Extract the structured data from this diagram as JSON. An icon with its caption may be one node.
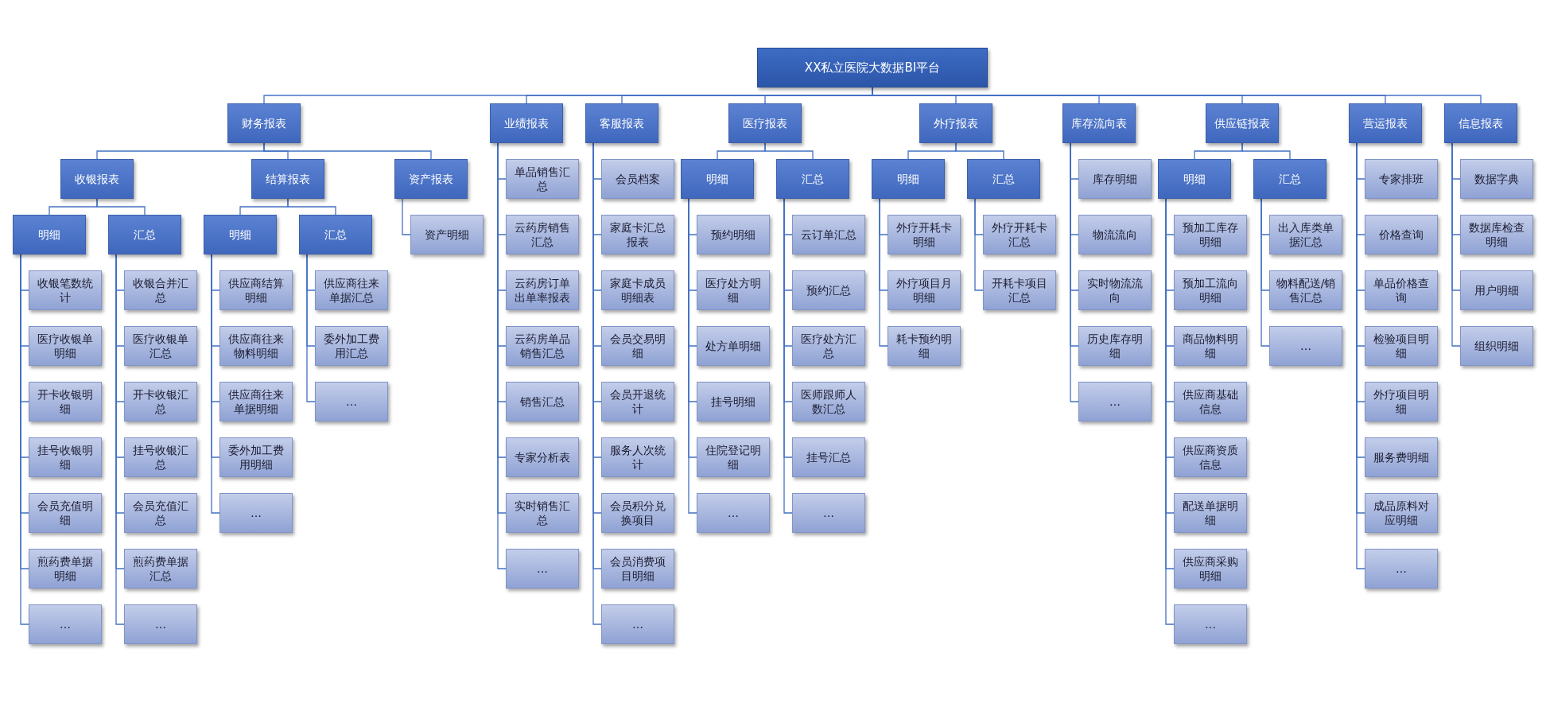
{
  "diagram": {
    "nodes": [
      {
        "text": [
          "XX私立医院大数据BI平台"
        ]
      },
      {
        "text": [
          "财务报表"
        ]
      },
      {
        "text": [
          "收银报表"
        ]
      },
      {
        "text": [
          "明细"
        ]
      },
      {
        "text": [
          "收银笔数统计"
        ]
      },
      {
        "text": [
          "医疗收银单明细"
        ]
      },
      {
        "text": [
          "开卡收银明细"
        ]
      },
      {
        "text": [
          "挂号收银明细"
        ]
      },
      {
        "text": [
          "会员充值明细"
        ]
      },
      {
        "text": [
          "煎药费单据明细"
        ]
      },
      {
        "text": [
          "…"
        ]
      },
      {
        "text": [
          "汇总"
        ]
      },
      {
        "text": [
          "收银合并汇总"
        ]
      },
      {
        "text": [
          "医疗收银单汇总"
        ]
      },
      {
        "text": [
          "开卡收银汇总"
        ]
      },
      {
        "text": [
          "挂号收银汇总"
        ]
      },
      {
        "text": [
          "会员充值汇总"
        ]
      },
      {
        "text": [
          "煎药费单据汇总"
        ]
      },
      {
        "text": [
          "…"
        ]
      },
      {
        "text": [
          "结算报表"
        ]
      },
      {
        "text": [
          "明细"
        ]
      },
      {
        "text": [
          "供应商结算明细"
        ]
      },
      {
        "text": [
          "供应商往来物料明细"
        ]
      },
      {
        "text": [
          "供应商往来单据明细"
        ]
      },
      {
        "text": [
          "委外加工费用明细"
        ]
      },
      {
        "text": [
          "…"
        ]
      },
      {
        "text": [
          "汇总"
        ]
      },
      {
        "text": [
          "供应商往来单据汇总"
        ]
      },
      {
        "text": [
          "委外加工费用汇总"
        ]
      },
      {
        "text": [
          "…"
        ]
      },
      {
        "text": [
          "资产报表"
        ]
      },
      {
        "text": [
          "资产明细"
        ]
      },
      {
        "text": [
          "业绩报表"
        ]
      },
      {
        "text": [
          "单品销售汇总"
        ]
      },
      {
        "text": [
          "云药房销售汇总"
        ]
      },
      {
        "text": [
          "云药房订单出单率报表"
        ]
      },
      {
        "text": [
          "云药房单品销售汇总"
        ]
      },
      {
        "text": [
          "销售汇总"
        ]
      },
      {
        "text": [
          "专家分析表"
        ]
      },
      {
        "text": [
          "实时销售汇总"
        ]
      },
      {
        "text": [
          "…"
        ]
      },
      {
        "text": [
          "客服报表"
        ]
      },
      {
        "text": [
          "会员档案"
        ]
      },
      {
        "text": [
          "家庭卡汇总报表"
        ]
      },
      {
        "text": [
          "家庭卡成员明细表"
        ]
      },
      {
        "text": [
          "会员交易明细"
        ]
      },
      {
        "text": [
          "会员开退统计"
        ]
      },
      {
        "text": [
          "服务人次统计"
        ]
      },
      {
        "text": [
          "会员积分兑换项目"
        ]
      },
      {
        "text": [
          "会员消费项目明细"
        ]
      },
      {
        "text": [
          "…"
        ]
      },
      {
        "text": [
          "医疗报表"
        ]
      },
      {
        "text": [
          "明细"
        ]
      },
      {
        "text": [
          "预约明细"
        ]
      },
      {
        "text": [
          "医疗处方明细"
        ]
      },
      {
        "text": [
          "处方单明细"
        ]
      },
      {
        "text": [
          "挂号明细"
        ]
      },
      {
        "text": [
          "住院登记明细"
        ]
      },
      {
        "text": [
          "…"
        ]
      },
      {
        "text": [
          "汇总"
        ]
      },
      {
        "text": [
          "云订单汇总"
        ]
      },
      {
        "text": [
          "预约汇总"
        ]
      },
      {
        "text": [
          "医疗处方汇总"
        ]
      },
      {
        "text": [
          "医师跟师人数汇总"
        ]
      },
      {
        "text": [
          "挂号汇总"
        ]
      },
      {
        "text": [
          "…"
        ]
      },
      {
        "text": [
          "外疗报表"
        ]
      },
      {
        "text": [
          "明细"
        ]
      },
      {
        "text": [
          "外疗开耗卡明细"
        ]
      },
      {
        "text": [
          "外疗项目月明细"
        ]
      },
      {
        "text": [
          "耗卡预约明细"
        ]
      },
      {
        "text": [
          "汇总"
        ]
      },
      {
        "text": [
          "外疗开耗卡汇总"
        ]
      },
      {
        "text": [
          "开耗卡项目汇总"
        ]
      },
      {
        "text": [
          "库存流向表"
        ]
      },
      {
        "text": [
          "库存明细"
        ]
      },
      {
        "text": [
          "物流流向"
        ]
      },
      {
        "text": [
          "实时物流流向"
        ]
      },
      {
        "text": [
          "历史库存明细"
        ]
      },
      {
        "text": [
          "…"
        ]
      },
      {
        "text": [
          "供应链报表"
        ]
      },
      {
        "text": [
          "明细"
        ]
      },
      {
        "text": [
          "预加工库存明细"
        ]
      },
      {
        "text": [
          "预加工流向明细"
        ]
      },
      {
        "text": [
          "商品物料明细"
        ]
      },
      {
        "text": [
          "供应商基础信息"
        ]
      },
      {
        "text": [
          "供应商资质信息"
        ]
      },
      {
        "text": [
          "配送单据明细"
        ]
      },
      {
        "text": [
          "供应商采购明细"
        ]
      },
      {
        "text": [
          "…"
        ]
      },
      {
        "text": [
          "汇总"
        ]
      },
      {
        "text": [
          "出入库类单据汇总"
        ]
      },
      {
        "text": [
          "物料配送/销售汇总"
        ]
      },
      {
        "text": [
          "…"
        ]
      },
      {
        "text": [
          "营运报表"
        ]
      },
      {
        "text": [
          "专家排班"
        ]
      },
      {
        "text": [
          "价格查询"
        ]
      },
      {
        "text": [
          "单品价格查询"
        ]
      },
      {
        "text": [
          "检验项目明细"
        ]
      },
      {
        "text": [
          "外疗项目明细"
        ]
      },
      {
        "text": [
          "服务费明细"
        ]
      },
      {
        "text": [
          "成品原料对应明细"
        ]
      },
      {
        "text": [
          "…"
        ]
      },
      {
        "text": [
          "信息报表"
        ]
      },
      {
        "text": [
          "数据字典"
        ]
      },
      {
        "text": [
          "数据库检查明细"
        ]
      },
      {
        "text": [
          "用户明细"
        ]
      },
      {
        "text": [
          "组织明细"
        ]
      }
    ],
    "edges": [
      {
        "from": 0,
        "to": 1,
        "arrow": "none"
      },
      {
        "from": 1,
        "to": 2,
        "arrow": "none"
      },
      {
        "from": 2,
        "to": 3,
        "arrow": "none"
      },
      {
        "from": 3,
        "to": 4,
        "arrow": "none"
      },
      {
        "from": 3,
        "to": 5,
        "arrow": "none"
      },
      {
        "from": 3,
        "to": 6,
        "arrow": "none"
      },
      {
        "from": 3,
        "to": 7,
        "arrow": "none"
      },
      {
        "from": 3,
        "to": 8,
        "arrow": "none"
      },
      {
        "from": 3,
        "to": 9,
        "arrow": "none"
      },
      {
        "from": 3,
        "to": 10,
        "arrow": "none"
      },
      {
        "from": 2,
        "to": 11,
        "arrow": "none"
      },
      {
        "from": 11,
        "to": 12,
        "arrow": "none"
      },
      {
        "from": 11,
        "to": 13,
        "arrow": "none"
      },
      {
        "from": 11,
        "to": 14,
        "arrow": "none"
      },
      {
        "from": 11,
        "to": 15,
        "arrow": "none"
      },
      {
        "from": 11,
        "to": 16,
        "arrow": "none"
      },
      {
        "from": 11,
        "to": 17,
        "arrow": "none"
      },
      {
        "from": 11,
        "to": 18,
        "arrow": "none"
      },
      {
        "from": 1,
        "to": 19,
        "arrow": "none"
      },
      {
        "from": 19,
        "to": 20,
        "arrow": "none"
      },
      {
        "from": 20,
        "to": 21,
        "arrow": "none"
      },
      {
        "from": 20,
        "to": 22,
        "arrow": "none"
      },
      {
        "from": 20,
        "to": 23,
        "arrow": "none"
      },
      {
        "from": 20,
        "to": 24,
        "arrow": "none"
      },
      {
        "from": 20,
        "to": 25,
        "arrow": "none"
      },
      {
        "from": 19,
        "to": 26,
        "arrow": "none"
      },
      {
        "from": 26,
        "to": 27,
        "arrow": "none"
      },
      {
        "from": 26,
        "to": 28,
        "arrow": "none"
      },
      {
        "from": 26,
        "to": 29,
        "arrow": "none"
      },
      {
        "from": 1,
        "to": 30,
        "arrow": "none"
      },
      {
        "from": 30,
        "to": 31,
        "arrow": "none"
      },
      {
        "from": 0,
        "to": 32,
        "arrow": "none"
      },
      {
        "from": 32,
        "to": 33,
        "arrow": "none"
      },
      {
        "from": 32,
        "to": 34,
        "arrow": "none"
      },
      {
        "from": 32,
        "to": 35,
        "arrow": "none"
      },
      {
        "from": 32,
        "to": 36,
        "arrow": "none"
      },
      {
        "from": 32,
        "to": 37,
        "arrow": "none"
      },
      {
        "from": 32,
        "to": 38,
        "arrow": "none"
      },
      {
        "from": 32,
        "to": 39,
        "arrow": "none"
      },
      {
        "from": 32,
        "to": 40,
        "arrow": "none"
      },
      {
        "from": 0,
        "to": 41,
        "arrow": "none"
      },
      {
        "from": 41,
        "to": 42,
        "arrow": "none"
      },
      {
        "from": 41,
        "to": 43,
        "arrow": "none"
      },
      {
        "from": 41,
        "to": 44,
        "arrow": "none"
      },
      {
        "from": 41,
        "to": 45,
        "arrow": "none"
      },
      {
        "from": 41,
        "to": 46,
        "arrow": "none"
      },
      {
        "from": 41,
        "to": 47,
        "arrow": "none"
      },
      {
        "from": 41,
        "to": 48,
        "arrow": "none"
      },
      {
        "from": 41,
        "to": 49,
        "arrow": "none"
      },
      {
        "from": 41,
        "to": 50,
        "arrow": "none"
      },
      {
        "from": 0,
        "to": 51,
        "arrow": "none"
      },
      {
        "from": 51,
        "to": 52,
        "arrow": "none"
      },
      {
        "from": 52,
        "to": 53,
        "arrow": "none"
      },
      {
        "from": 52,
        "to": 54,
        "arrow": "none"
      },
      {
        "from": 52,
        "to": 55,
        "arrow": "none"
      },
      {
        "from": 52,
        "to": 56,
        "arrow": "none"
      },
      {
        "from": 52,
        "to": 57,
        "arrow": "none"
      },
      {
        "from": 52,
        "to": 58,
        "arrow": "none"
      },
      {
        "from": 51,
        "to": 59,
        "arrow": "none"
      },
      {
        "from": 59,
        "to": 60,
        "arrow": "none"
      },
      {
        "from": 59,
        "to": 61,
        "arrow": "none"
      },
      {
        "from": 59,
        "to": 62,
        "arrow": "none"
      },
      {
        "from": 59,
        "to": 63,
        "arrow": "none"
      },
      {
        "from": 59,
        "to": 64,
        "arrow": "none"
      },
      {
        "from": 59,
        "to": 65,
        "arrow": "none"
      },
      {
        "from": 0,
        "to": 66,
        "arrow": "none"
      },
      {
        "from": 66,
        "to": 67,
        "arrow": "none"
      },
      {
        "from": 67,
        "to": 68,
        "arrow": "none"
      },
      {
        "from": 67,
        "to": 69,
        "arrow": "none"
      },
      {
        "from": 67,
        "to": 70,
        "arrow": "none"
      },
      {
        "from": 66,
        "to": 71,
        "arrow": "none"
      },
      {
        "from": 71,
        "to": 72,
        "arrow": "none"
      },
      {
        "from": 71,
        "to": 73,
        "arrow": "none"
      },
      {
        "from": 0,
        "to": 74,
        "arrow": "none"
      },
      {
        "from": 74,
        "to": 75,
        "arrow": "none"
      },
      {
        "from": 74,
        "to": 76,
        "arrow": "none"
      },
      {
        "from": 74,
        "to": 77,
        "arrow": "none"
      },
      {
        "from": 74,
        "to": 78,
        "arrow": "none"
      },
      {
        "from": 74,
        "to": 79,
        "arrow": "none"
      },
      {
        "from": 0,
        "to": 80,
        "arrow": "none"
      },
      {
        "from": 80,
        "to": 81,
        "arrow": "none"
      },
      {
        "from": 81,
        "to": 82,
        "arrow": "none"
      },
      {
        "from": 81,
        "to": 83,
        "arrow": "none"
      },
      {
        "from": 81,
        "to": 84,
        "arrow": "none"
      },
      {
        "from": 81,
        "to": 85,
        "arrow": "none"
      },
      {
        "from": 81,
        "to": 86,
        "arrow": "none"
      },
      {
        "from": 81,
        "to": 87,
        "arrow": "none"
      },
      {
        "from": 81,
        "to": 88,
        "arrow": "none"
      },
      {
        "from": 81,
        "to": 89,
        "arrow": "none"
      },
      {
        "from": 80,
        "to": 90,
        "arrow": "none"
      },
      {
        "from": 90,
        "to": 91,
        "arrow": "none"
      },
      {
        "from": 90,
        "to": 92,
        "arrow": "none"
      },
      {
        "from": 90,
        "to": 93,
        "arrow": "none"
      },
      {
        "from": 0,
        "to": 94,
        "arrow": "none"
      },
      {
        "from": 94,
        "to": 95,
        "arrow": "none"
      },
      {
        "from": 94,
        "to": 96,
        "arrow": "none"
      },
      {
        "from": 94,
        "to": 97,
        "arrow": "none"
      },
      {
        "from": 94,
        "to": 98,
        "arrow": "none"
      },
      {
        "from": 94,
        "to": 99,
        "arrow": "none"
      },
      {
        "from": 94,
        "to": 100,
        "arrow": "none"
      },
      {
        "from": 94,
        "to": 101,
        "arrow": "none"
      },
      {
        "from": 94,
        "to": 102,
        "arrow": "none"
      },
      {
        "from": 0,
        "to": 103,
        "arrow": "none"
      },
      {
        "from": 103,
        "to": 104,
        "arrow": "none"
      },
      {
        "from": 103,
        "to": 105,
        "arrow": "none"
      },
      {
        "from": 103,
        "to": 106,
        "arrow": "none"
      },
      {
        "from": 103,
        "to": 107,
        "arrow": "none"
      }
    ]
  }
}
